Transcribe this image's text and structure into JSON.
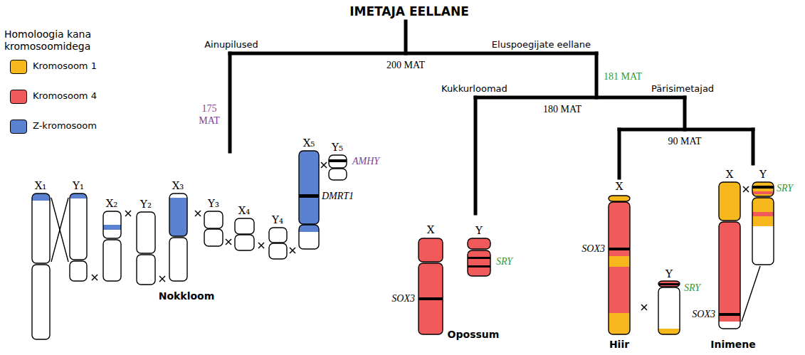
{
  "diagram": {
    "title": "IMETAJA EELLANE",
    "labels": [
      "Ainupilused",
      "Eluspoegijate eellane",
      "200 MAT",
      "175 MAT",
      "181 MAT",
      "Kukkurloomad",
      "180 MAT",
      "Pärisimetajad",
      "90 MAT",
      "X₁",
      "Y₁",
      "X₂",
      "Y₂",
      "X₃",
      "Y₃",
      "X₄",
      "Y₄",
      "X₅",
      "Y₅",
      "AMHY",
      "DMRT1",
      "Nokkloom",
      "X",
      "Y",
      "SRY",
      "SOX3",
      "Opossum",
      "X",
      "SOX3",
      "Y",
      "SRY",
      "Hiir",
      "X",
      "Y",
      "SRY",
      "SOX3",
      "Inimene",
      "Homoloogia kana kromosoomidega"
    ],
    "legend": [
      {
        "text": "Kromosoom 1",
        "color": "#f7b81e"
      },
      {
        "text": "Kromosoom 4",
        "color": "#f05a5a"
      },
      {
        "text": "Z-kromosoom",
        "color": "#5a82d0"
      }
    ]
  }
}
